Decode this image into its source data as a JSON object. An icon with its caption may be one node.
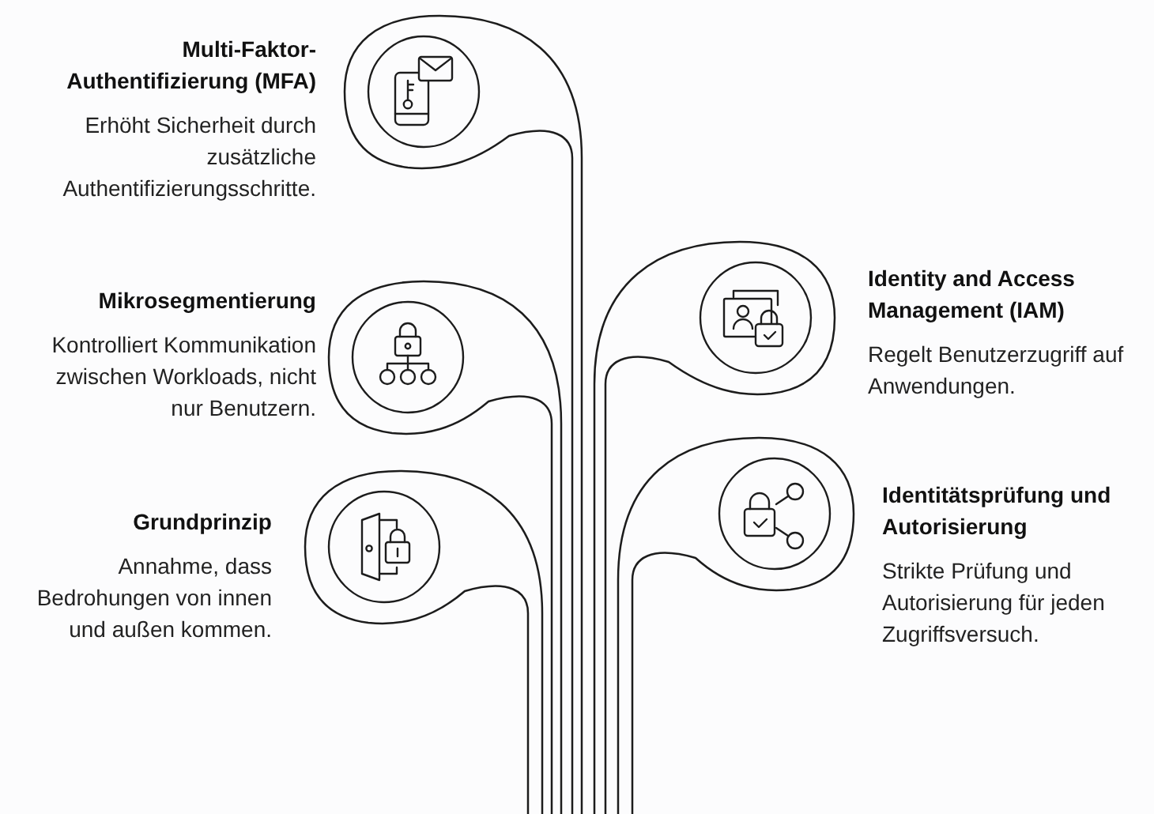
{
  "diagram": {
    "nodes": [
      {
        "text": [
          "Multi-Faktor- Authentifizierung (MFA)",
          "Erhöht Sicherheit durch zusätzliche Authentifizierungsschritte."
        ]
      },
      {
        "text": [
          "Mikrosegmentierung",
          "Kontrolliert Kommunikation zwischen Workloads, nicht nur Benutzern."
        ]
      },
      {
        "text": [
          "Identity and Access Management (IAM)",
          "Regelt Benutzerzugriff auf Anwendungen."
        ]
      },
      {
        "text": [
          "Grundprinzip",
          "Annahme, dass Bedrohungen von innen und außen kommen."
        ]
      },
      {
        "text": [
          "Identitätsprüfung und Autorisierung",
          "Strikte Prüfung und Autorisierung für jeden Zugriffsversuch."
        ]
      }
    ]
  }
}
